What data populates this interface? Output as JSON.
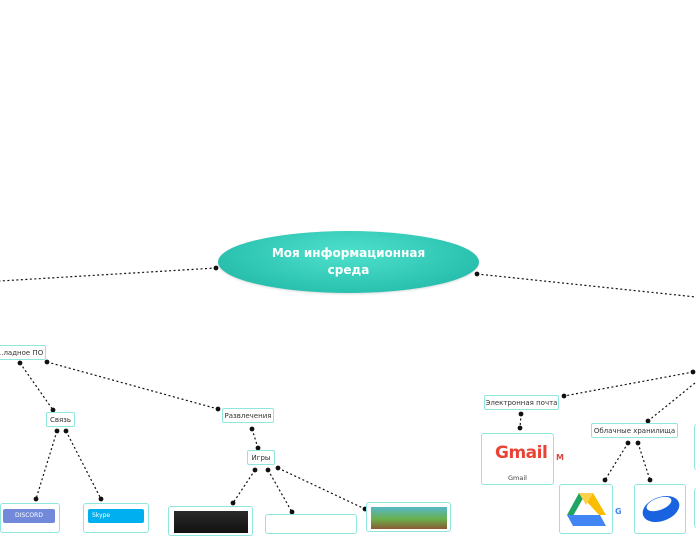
{
  "root": {
    "label": "Моя информационная среда"
  },
  "nodes": {
    "software": "...ладное ПО",
    "communication": "Связь",
    "entertainment": "Развлечения",
    "games": "Игры",
    "email": "Электронная почта",
    "cloud": "Облачные хранилища"
  },
  "cards": {
    "gmail": {
      "logo": "Gmail",
      "caption": "Gmail",
      "mini": "M"
    },
    "discord": {
      "label": "DISCORD"
    },
    "skype": {
      "label": "Skype"
    },
    "google_mini": "G"
  },
  "colors": {
    "root_fill": "#2fc6b4",
    "node_border": "#8fe6dc",
    "connector": "#111111"
  }
}
